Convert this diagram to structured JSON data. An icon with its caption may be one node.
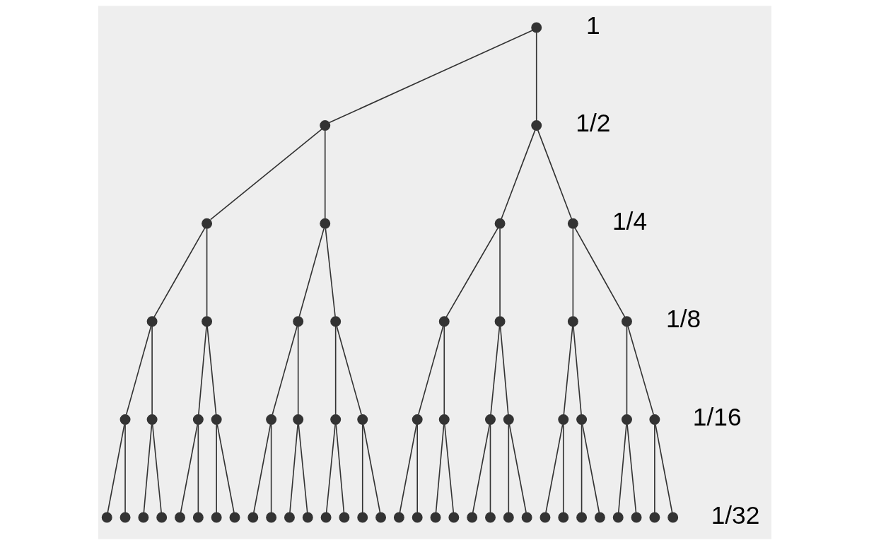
{
  "diagram": {
    "nodes": [
      {
        "text": [],
        "shape": "circle"
      },
      {
        "text": [],
        "shape": "circle"
      },
      {
        "text": [],
        "shape": "circle"
      },
      {
        "text": [],
        "shape": "circle"
      },
      {
        "text": [],
        "shape": "circle"
      },
      {
        "text": [],
        "shape": "circle"
      },
      {
        "text": [],
        "shape": "circle"
      },
      {
        "text": [],
        "shape": "circle"
      },
      {
        "text": [],
        "shape": "circle"
      },
      {
        "text": [],
        "shape": "circle"
      },
      {
        "text": [],
        "shape": "circle"
      },
      {
        "text": [],
        "shape": "circle"
      },
      {
        "text": [],
        "shape": "circle"
      },
      {
        "text": [],
        "shape": "circle"
      },
      {
        "text": [],
        "shape": "circle"
      },
      {
        "text": [],
        "shape": "circle"
      },
      {
        "text": [],
        "shape": "circle"
      },
      {
        "text": [],
        "shape": "circle"
      },
      {
        "text": [],
        "shape": "circle"
      },
      {
        "text": [],
        "shape": "circle"
      },
      {
        "text": [],
        "shape": "circle"
      },
      {
        "text": [],
        "shape": "circle"
      },
      {
        "text": [],
        "shape": "circle"
      },
      {
        "text": [],
        "shape": "circle"
      },
      {
        "text": [],
        "shape": "circle"
      },
      {
        "text": [],
        "shape": "circle"
      },
      {
        "text": [],
        "shape": "circle"
      },
      {
        "text": [],
        "shape": "circle"
      },
      {
        "text": [],
        "shape": "circle"
      },
      {
        "text": [],
        "shape": "circle"
      },
      {
        "text": [],
        "shape": "circle"
      },
      {
        "text": [],
        "shape": "circle"
      },
      {
        "text": [],
        "shape": "circle"
      },
      {
        "text": [],
        "shape": "circle"
      },
      {
        "text": [],
        "shape": "circle"
      },
      {
        "text": [],
        "shape": "circle"
      },
      {
        "text": [],
        "shape": "circle"
      },
      {
        "text": [],
        "shape": "circle"
      },
      {
        "text": [],
        "shape": "circle"
      },
      {
        "text": [],
        "shape": "circle"
      },
      {
        "text": [],
        "shape": "circle"
      },
      {
        "text": [],
        "shape": "circle"
      },
      {
        "text": [],
        "shape": "circle"
      },
      {
        "text": [],
        "shape": "circle"
      },
      {
        "text": [],
        "shape": "circle"
      },
      {
        "text": [],
        "shape": "circle"
      },
      {
        "text": [],
        "shape": "circle"
      },
      {
        "text": [],
        "shape": "circle"
      },
      {
        "text": [],
        "shape": "circle"
      },
      {
        "text": [],
        "shape": "circle"
      },
      {
        "text": [],
        "shape": "circle"
      },
      {
        "text": [],
        "shape": "circle"
      },
      {
        "text": [],
        "shape": "circle"
      },
      {
        "text": [],
        "shape": "circle"
      },
      {
        "text": [],
        "shape": "circle"
      },
      {
        "text": [],
        "shape": "circle"
      },
      {
        "text": [],
        "shape": "circle"
      },
      {
        "text": [],
        "shape": "circle"
      },
      {
        "text": [],
        "shape": "circle"
      },
      {
        "text": [],
        "shape": "circle"
      },
      {
        "text": [],
        "shape": "circle"
      },
      {
        "text": [],
        "shape": "circle"
      },
      {
        "text": [],
        "shape": "circle"
      }
    ],
    "edges": [
      {
        "from": 0,
        "to": 1,
        "arrow": "none"
      },
      {
        "from": 0,
        "to": 2,
        "arrow": "none"
      },
      {
        "from": 1,
        "to": 3,
        "arrow": "none"
      },
      {
        "from": 1,
        "to": 4,
        "arrow": "none"
      },
      {
        "from": 2,
        "to": 5,
        "arrow": "none"
      },
      {
        "from": 2,
        "to": 6,
        "arrow": "none"
      },
      {
        "from": 3,
        "to": 7,
        "arrow": "none"
      },
      {
        "from": 3,
        "to": 8,
        "arrow": "none"
      },
      {
        "from": 4,
        "to": 9,
        "arrow": "none"
      },
      {
        "from": 4,
        "to": 10,
        "arrow": "none"
      },
      {
        "from": 5,
        "to": 11,
        "arrow": "none"
      },
      {
        "from": 5,
        "to": 12,
        "arrow": "none"
      },
      {
        "from": 6,
        "to": 13,
        "arrow": "none"
      },
      {
        "from": 6,
        "to": 14,
        "arrow": "none"
      },
      {
        "from": 7,
        "to": 15,
        "arrow": "none"
      },
      {
        "from": 7,
        "to": 16,
        "arrow": "none"
      },
      {
        "from": 8,
        "to": 17,
        "arrow": "none"
      },
      {
        "from": 8,
        "to": 18,
        "arrow": "none"
      },
      {
        "from": 9,
        "to": 19,
        "arrow": "none"
      },
      {
        "from": 9,
        "to": 20,
        "arrow": "none"
      },
      {
        "from": 10,
        "to": 21,
        "arrow": "none"
      },
      {
        "from": 10,
        "to": 22,
        "arrow": "none"
      },
      {
        "from": 11,
        "to": 23,
        "arrow": "none"
      },
      {
        "from": 11,
        "to": 24,
        "arrow": "none"
      },
      {
        "from": 12,
        "to": 25,
        "arrow": "none"
      },
      {
        "from": 12,
        "to": 26,
        "arrow": "none"
      },
      {
        "from": 13,
        "to": 27,
        "arrow": "none"
      },
      {
        "from": 13,
        "to": 28,
        "arrow": "none"
      },
      {
        "from": 14,
        "to": 29,
        "arrow": "none"
      },
      {
        "from": 14,
        "to": 30,
        "arrow": "none"
      },
      {
        "from": 15,
        "to": 31,
        "arrow": "none"
      },
      {
        "from": 15,
        "to": 32,
        "arrow": "none"
      },
      {
        "from": 16,
        "to": 33,
        "arrow": "none"
      },
      {
        "from": 16,
        "to": 34,
        "arrow": "none"
      },
      {
        "from": 17,
        "to": 35,
        "arrow": "none"
      },
      {
        "from": 17,
        "to": 36,
        "arrow": "none"
      },
      {
        "from": 18,
        "to": 37,
        "arrow": "none"
      },
      {
        "from": 18,
        "to": 38,
        "arrow": "none"
      },
      {
        "from": 19,
        "to": 39,
        "arrow": "none"
      },
      {
        "from": 19,
        "to": 40,
        "arrow": "none"
      },
      {
        "from": 20,
        "to": 41,
        "arrow": "none"
      },
      {
        "from": 20,
        "to": 42,
        "arrow": "none"
      },
      {
        "from": 21,
        "to": 43,
        "arrow": "none"
      },
      {
        "from": 21,
        "to": 44,
        "arrow": "none"
      },
      {
        "from": 22,
        "to": 45,
        "arrow": "none"
      },
      {
        "from": 22,
        "to": 46,
        "arrow": "none"
      },
      {
        "from": 23,
        "to": 47,
        "arrow": "none"
      },
      {
        "from": 23,
        "to": 48,
        "arrow": "none"
      },
      {
        "from": 24,
        "to": 49,
        "arrow": "none"
      },
      {
        "from": 24,
        "to": 50,
        "arrow": "none"
      },
      {
        "from": 25,
        "to": 51,
        "arrow": "none"
      },
      {
        "from": 25,
        "to": 52,
        "arrow": "none"
      },
      {
        "from": 26,
        "to": 53,
        "arrow": "none"
      },
      {
        "from": 26,
        "to": 54,
        "arrow": "none"
      },
      {
        "from": 27,
        "to": 55,
        "arrow": "none"
      },
      {
        "from": 27,
        "to": 56,
        "arrow": "none"
      },
      {
        "from": 28,
        "to": 57,
        "arrow": "none"
      },
      {
        "from": 28,
        "to": 58,
        "arrow": "none"
      },
      {
        "from": 29,
        "to": 59,
        "arrow": "none"
      },
      {
        "from": 29,
        "to": 60,
        "arrow": "none"
      },
      {
        "from": 30,
        "to": 61,
        "arrow": "none"
      },
      {
        "from": 30,
        "to": 62,
        "arrow": "none"
      }
    ],
    "labels": [
      "1",
      "1/2",
      "1/4",
      "1/8",
      "1/16",
      "1/32"
    ]
  }
}
